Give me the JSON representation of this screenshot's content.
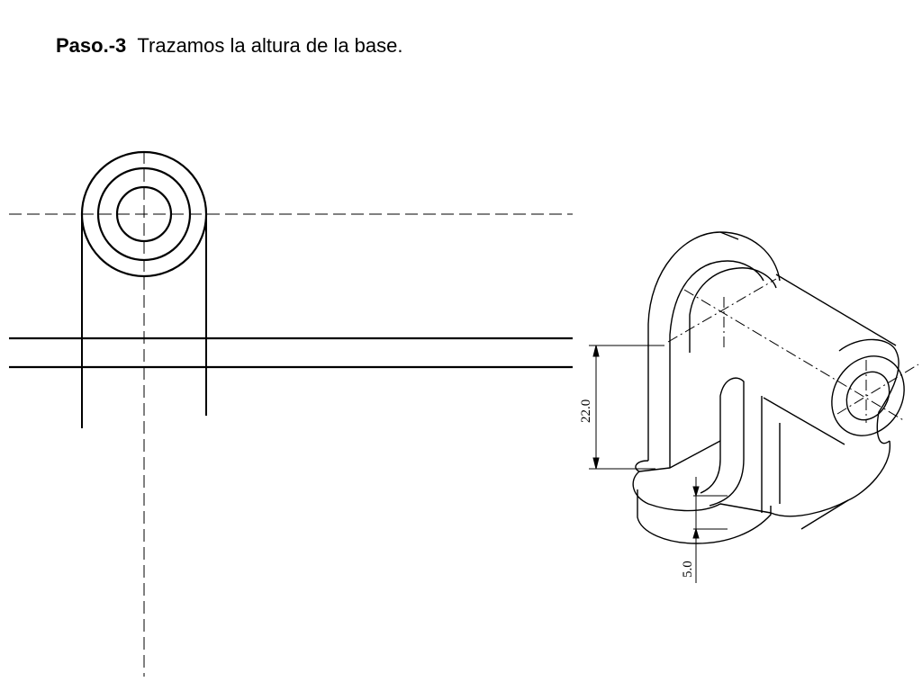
{
  "slide": {
    "step_label": "Paso.-3",
    "step_description": "Trazamos la altura de la base."
  },
  "dimensions": {
    "height_label": "22.0",
    "thickness_label": "5.0"
  },
  "colors": {
    "line": "#000000",
    "background": "#ffffff"
  }
}
